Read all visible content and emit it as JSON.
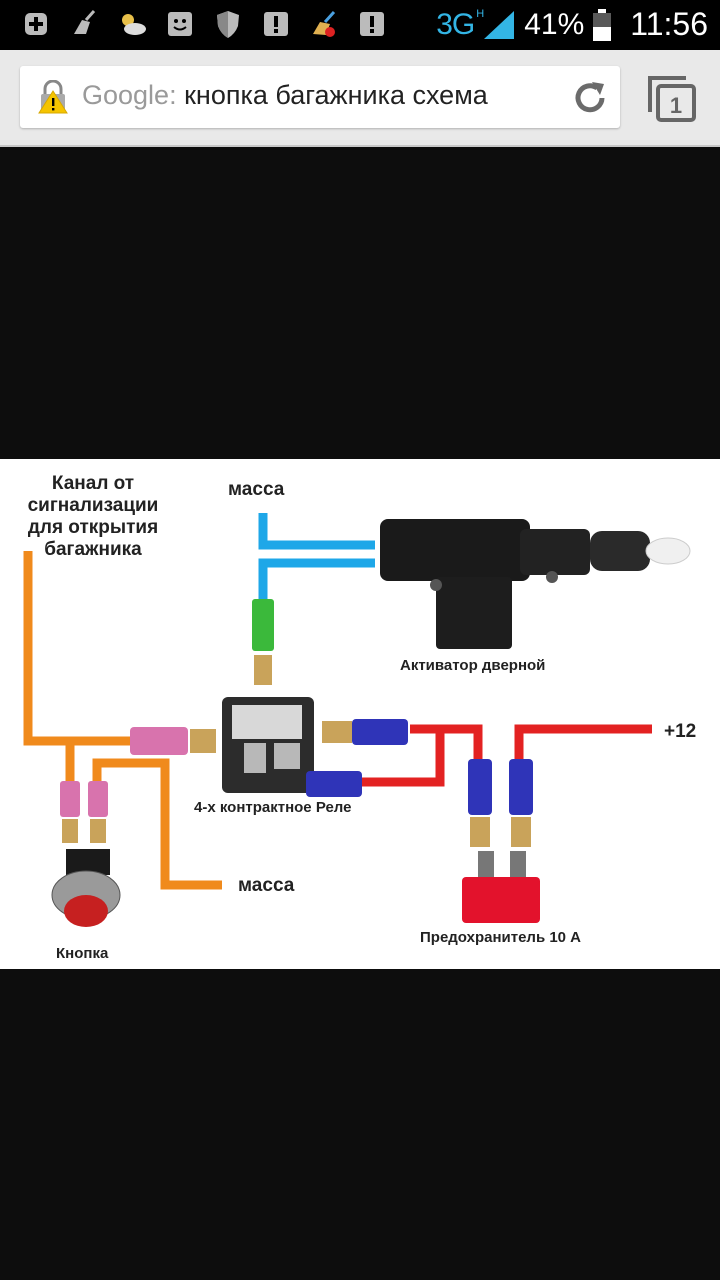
{
  "status_bar": {
    "network": "3G",
    "network_sub": "H",
    "battery": "41%",
    "time": "11:56",
    "icons": [
      "add-icon",
      "cleaner-icon",
      "weather-icon",
      "face-icon",
      "shield-icon",
      "alert-icon",
      "broom-icon",
      "alert-icon"
    ]
  },
  "browser": {
    "url_host": "Google:",
    "url_query": "кнопка багажника схема",
    "tab_count": "1"
  },
  "diagram": {
    "channel_label": "Канал от\nсигнализации\nдля открытия\nбагажника",
    "ground_top": "масса",
    "ground_bottom": "масса",
    "actuator": "Активатор дверной",
    "relay": "4-х контрактное Реле",
    "plus12": "+12",
    "fuse": "Предохранитель 10 А",
    "button": "Кнопка",
    "colors": {
      "orange": "#f08a1c",
      "blue": "#1ea7e8",
      "red": "#e32222",
      "green": "#3bb93b",
      "pink": "#d873ad",
      "navy": "#2f34b8"
    }
  }
}
